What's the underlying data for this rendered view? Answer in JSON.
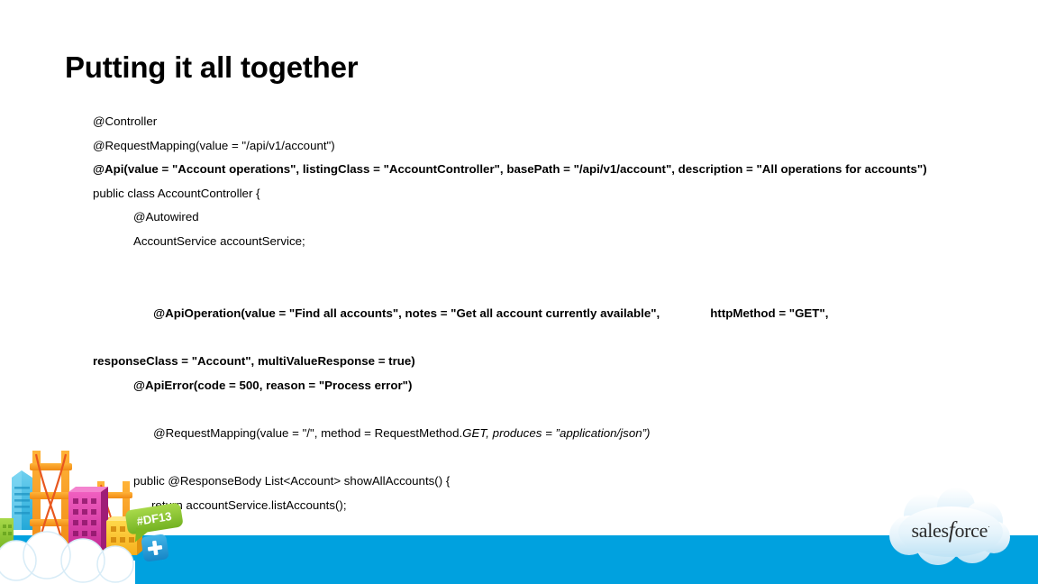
{
  "slide": {
    "title": "Putting it all together",
    "background_color": "#ffffff",
    "accent_color": "#00a1df",
    "text_color": "#000000"
  },
  "code": {
    "lines": [
      {
        "id": "l1",
        "text": "@Controller",
        "bold": false,
        "indent": 0
      },
      {
        "id": "l2",
        "text": "@RequestMapping(value = \"/api/v1/account\")",
        "bold": false,
        "indent": 0
      },
      {
        "id": "l3",
        "text": "@Api(value = \"Account operations\", listingClass = \"AccountController\", basePath = \"/api/v1/account\", description = \"All operations for accounts\")",
        "bold": true,
        "indent": 0
      },
      {
        "id": "l4",
        "text": "public class AccountController {",
        "bold": false,
        "indent": 0
      },
      {
        "id": "l5",
        "text": "@Autowired",
        "bold": false,
        "indent": 1
      },
      {
        "id": "l6",
        "text": "AccountService accountService;",
        "bold": false,
        "indent": 1
      },
      {
        "id": "l7",
        "text": "",
        "bold": false,
        "indent": 0
      },
      {
        "id": "l8a",
        "text": "@ApiOperation(value = \"Find all accounts\", notes = \"Get all account currently available\",",
        "bold": true,
        "indent": 1
      },
      {
        "id": "l8b",
        "text": "httpMethod = \"GET\",",
        "bold": true,
        "indent": 0
      },
      {
        "id": "l8c",
        "text": "responseClass = \"Account\", multiValueResponse = true)",
        "bold": true,
        "indent": 0
      },
      {
        "id": "l9",
        "text": "@ApiError(code = 500, reason = \"Process error\")",
        "bold": true,
        "indent": 1
      },
      {
        "id": "l10_plain",
        "text": "@RequestMapping(value = \"/\", method = RequestMethod.",
        "bold": false,
        "indent": 1
      },
      {
        "id": "l10_ital",
        "text": "GET, produces = ”application/json”)",
        "bold": false,
        "italic": true,
        "indent": 0
      },
      {
        "id": "l11",
        "text": "public @ResponseBody List<Account> showAllAccounts() {",
        "bold": false,
        "indent": 1
      },
      {
        "id": "l12",
        "text": "return accountService.listAccounts();",
        "bold": false,
        "indent": 3
      },
      {
        "id": "l13",
        "text": "}",
        "bold": false,
        "indent": 1
      },
      {
        "id": "l14",
        "text": "}",
        "bold": false,
        "indent": 0
      }
    ]
  },
  "branding": {
    "logo_name": "salesforce-cloud-logo",
    "wordmark_part1": "sales",
    "wordmark_part2": "f",
    "wordmark_part3": "orce",
    "trademark": "·",
    "artwork_name": "dreamforce-san-francisco-skyline",
    "badge_label": "#DF13",
    "plus_label": "+"
  }
}
